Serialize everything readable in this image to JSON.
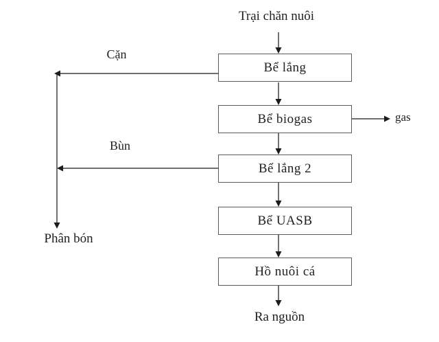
{
  "diagram": {
    "title_node": "Trại chăn nuôi",
    "boxes": [
      {
        "label": "Bể lắng"
      },
      {
        "label": "Bể biogas"
      },
      {
        "label": "Bể lắng 2"
      },
      {
        "label": "Bể UASB"
      },
      {
        "label": "Hồ nuôi cá"
      }
    ],
    "side_labels": {
      "can": "Cặn",
      "bun": "Bùn",
      "gas": "gas",
      "phan_bon": "Phân bón",
      "ra_nguon": "Ra nguồn"
    },
    "edges": [
      {
        "from": "Trại chăn nuôi",
        "to": "Bể lắng",
        "label": ""
      },
      {
        "from": "Bể lắng",
        "to": "Bể biogas",
        "label": ""
      },
      {
        "from": "Bể lắng",
        "to": "Phân bón",
        "label": "Cặn"
      },
      {
        "from": "Bể biogas",
        "to": "gas",
        "label": ""
      },
      {
        "from": "Bể biogas",
        "to": "Bể lắng 2",
        "label": ""
      },
      {
        "from": "Bể lắng 2",
        "to": "Phân bón",
        "label": "Bùn"
      },
      {
        "from": "Bể lắng 2",
        "to": "Bể UASB",
        "label": ""
      },
      {
        "from": "Bể UASB",
        "to": "Hồ nuôi cá",
        "label": ""
      },
      {
        "from": "Hồ nuôi cá",
        "to": "Ra nguồn",
        "label": ""
      }
    ],
    "colors": {
      "background": "#ffffff",
      "line": "#5a5a5a",
      "arrowhead": "#1c1c1c",
      "box_border": "#5a5a5a",
      "text": "#1f1f1f"
    }
  }
}
